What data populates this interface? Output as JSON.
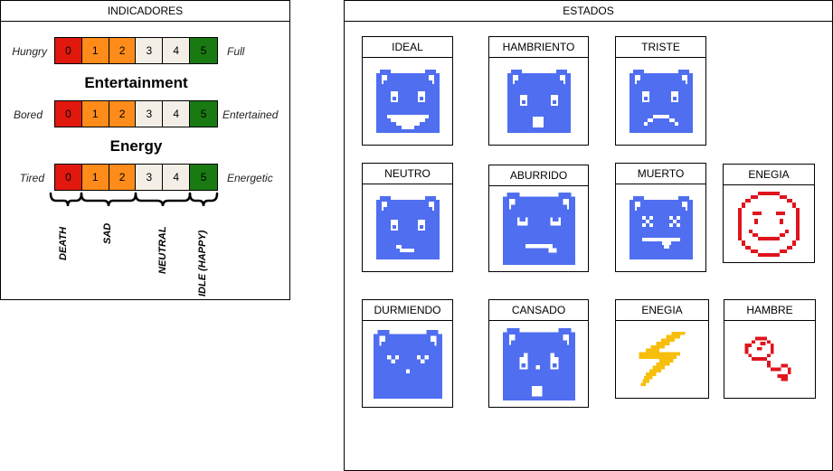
{
  "indicators": {
    "title": "INDICADORES",
    "scale_values": [
      "0",
      "1",
      "2",
      "3",
      "4",
      "5"
    ],
    "scale_colors": [
      "#e0180e",
      "#ff8c1a",
      "#ff8c1a",
      "#f4efe6",
      "#f4efe6",
      "#1a7a12"
    ],
    "rows": [
      {
        "left": "Hungry",
        "right": "Full"
      },
      {
        "left": "Bored",
        "right": "Entertained"
      },
      {
        "left": "Tired",
        "right": "Energetic"
      }
    ],
    "headings": [
      "Entertainment",
      "Energy"
    ],
    "groups": [
      "DEATH",
      "SAD",
      "NEUTRAL",
      "IDLE (HAPPY)"
    ]
  },
  "states": {
    "title": "ESTADOS",
    "face_color": "#4f6ef0",
    "cards": [
      {
        "label": "IDEAL",
        "icon": "ideal-face-icon"
      },
      {
        "label": "HAMBRIENTO",
        "icon": "hungry-face-icon"
      },
      {
        "label": "TRISTE",
        "icon": "sad-face-icon"
      },
      {
        "label": "NEUTRO",
        "icon": "neutral-face-icon"
      },
      {
        "label": "ABURRIDO",
        "icon": "bored-face-icon"
      },
      {
        "label": "MUERTO",
        "icon": "dead-face-icon"
      },
      {
        "label": "ENEGIA",
        "icon": "smiley-icon"
      },
      {
        "label": "DURMIENDO",
        "icon": "sleeping-face-icon"
      },
      {
        "label": "CANSADO",
        "icon": "tired-face-icon"
      },
      {
        "label": "ENEGIA",
        "icon": "lightning-icon"
      },
      {
        "label": "HAMBRE",
        "icon": "candy-icon"
      }
    ]
  }
}
